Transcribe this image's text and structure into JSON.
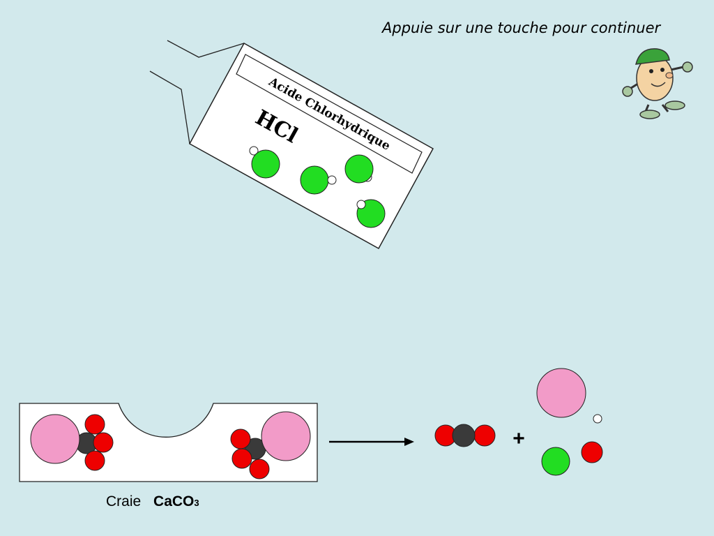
{
  "instruction": "Appuie sur une touche pour continuer",
  "bottle": {
    "label": "Acide Chlorhydrique",
    "formula": "HCl"
  },
  "chalk": {
    "name": "Craie",
    "formula_main": "CaCO",
    "formula_sub": "3"
  },
  "reaction": {
    "plus_sign": "+"
  },
  "colors": {
    "background": "#d2e9ec",
    "chlorine": "#22dd22",
    "hydrogen": "#ffffff",
    "oxygen": "#ee0000",
    "carbon": "#3a3a3a",
    "calcium": "#f29bc8"
  },
  "icons": {
    "mascot": "cartoon-character-icon",
    "arrow": "reaction-arrow-icon"
  }
}
